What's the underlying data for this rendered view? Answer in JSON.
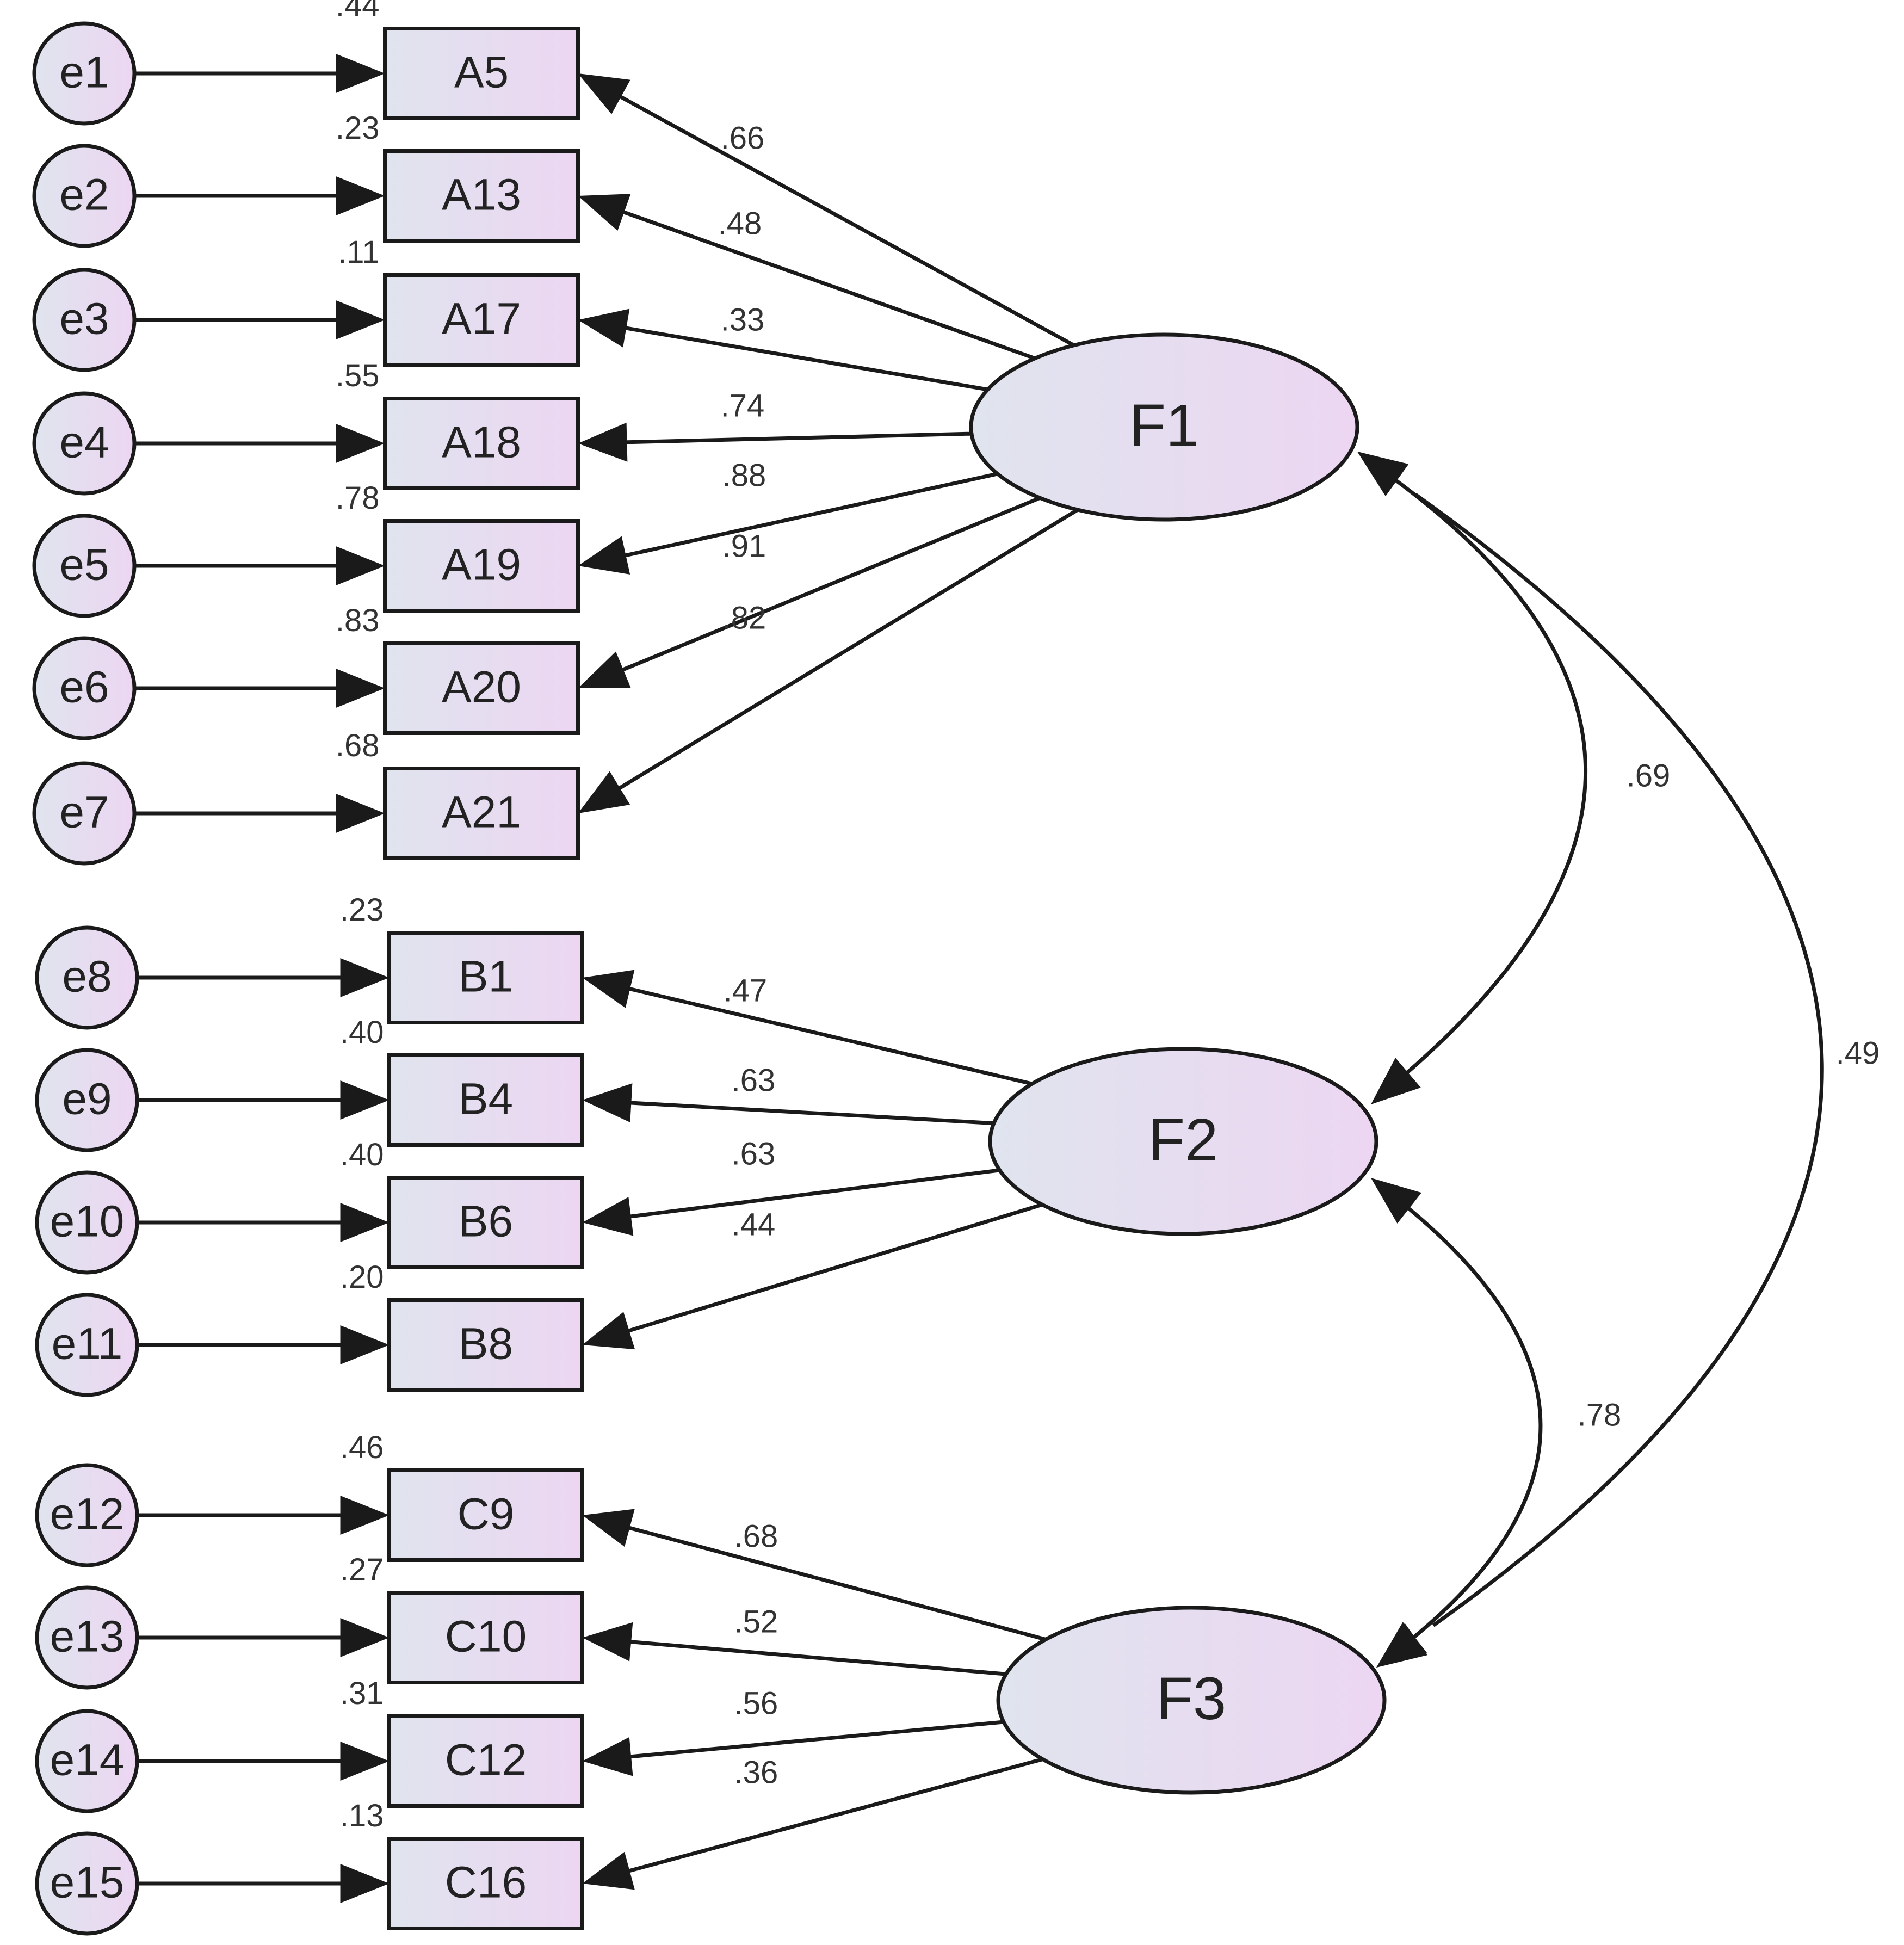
{
  "diagram": {
    "factors": [
      {
        "id": "F1",
        "label": "F1"
      },
      {
        "id": "F2",
        "label": "F2"
      },
      {
        "id": "F3",
        "label": "F3"
      }
    ],
    "indicators": [
      {
        "label": "A5",
        "factor": "F1",
        "error": "e1",
        "r2": ".44",
        "loading": ".66"
      },
      {
        "label": "A13",
        "factor": "F1",
        "error": "e2",
        "r2": ".23",
        "loading": ".48"
      },
      {
        "label": "A17",
        "factor": "F1",
        "error": "e3",
        "r2": ".11",
        "loading": ".33"
      },
      {
        "label": "A18",
        "factor": "F1",
        "error": "e4",
        "r2": ".55",
        "loading": ".74"
      },
      {
        "label": "A19",
        "factor": "F1",
        "error": "e5",
        "r2": ".78",
        "loading": ".88"
      },
      {
        "label": "A20",
        "factor": "F1",
        "error": "e6",
        "r2": ".83",
        "loading": ".91"
      },
      {
        "label": "A21",
        "factor": "F1",
        "error": "e7",
        "r2": ".68",
        "loading": ".82"
      },
      {
        "label": "B1",
        "factor": "F2",
        "error": "e8",
        "r2": ".23",
        "loading": ".47"
      },
      {
        "label": "B4",
        "factor": "F2",
        "error": "e9",
        "r2": ".40",
        "loading": ".63"
      },
      {
        "label": "B6",
        "factor": "F2",
        "error": "e10",
        "r2": ".40",
        "loading": ".63"
      },
      {
        "label": "B8",
        "factor": "F2",
        "error": "e11",
        "r2": ".20",
        "loading": ".44"
      },
      {
        "label": "C9",
        "factor": "F3",
        "error": "e12",
        "r2": ".46",
        "loading": ".68"
      },
      {
        "label": "C10",
        "factor": "F3",
        "error": "e13",
        "r2": ".27",
        "loading": ".52"
      },
      {
        "label": "C12",
        "factor": "F3",
        "error": "e14",
        "r2": ".31",
        "loading": ".56"
      },
      {
        "label": "C16",
        "factor": "F3",
        "error": "e15",
        "r2": ".13",
        "loading": ".36"
      }
    ],
    "correlations": [
      {
        "from": "F1",
        "to": "F2",
        "value": ".69"
      },
      {
        "from": "F2",
        "to": "F3",
        "value": ".78"
      },
      {
        "from": "F1",
        "to": "F3",
        "value": ".49"
      }
    ],
    "colors": {
      "node_fill_left": "#e0e4ee",
      "node_fill_right": "#ecd6f2",
      "stroke": "#1a1a1a"
    }
  }
}
